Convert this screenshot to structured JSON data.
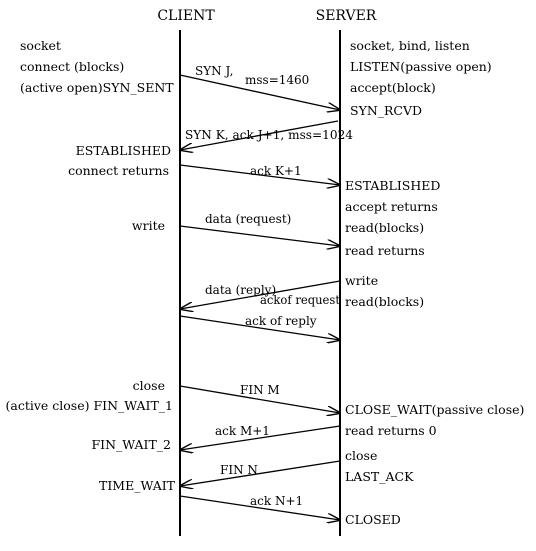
{
  "headers": {
    "client": "CLIENT",
    "server": "SERVER"
  },
  "client_labels": [
    "socket",
    "connect (blocks)",
    "(active open)SYN_SENT",
    "ESTABLISHED",
    "connect returns",
    "write",
    "close",
    "(active close) FIN_WAIT_1",
    "FIN_WAIT_2",
    "TIME_WAIT"
  ],
  "server_labels": [
    "socket, bind, listen",
    "LISTEN(passive open)",
    "accept(block)",
    "SYN_RCVD",
    "ESTABLISHED",
    "accept returns",
    "read(blocks)",
    "read returns",
    "write",
    "read(blocks)",
    "CLOSE_WAIT(passive close)",
    "read returns 0",
    "close",
    "LAST_ACK",
    "CLOSED"
  ],
  "messages": [
    {
      "labels": [
        "SYN J,",
        "mss=1460"
      ],
      "direction": "client-to-server"
    },
    {
      "labels": [
        "SYN K, ack J+1, mss=1024"
      ],
      "direction": "server-to-client"
    },
    {
      "labels": [
        "ack K+1"
      ],
      "direction": "client-to-server"
    },
    {
      "labels": [
        "data (request)"
      ],
      "direction": "client-to-server"
    },
    {
      "labels": [
        "data (reply)",
        "ackof request"
      ],
      "direction": "server-to-client"
    },
    {
      "labels": [
        "ack of reply"
      ],
      "direction": "client-to-server"
    },
    {
      "labels": [
        "FIN M"
      ],
      "direction": "client-to-server"
    },
    {
      "labels": [
        "ack M+1"
      ],
      "direction": "server-to-client"
    },
    {
      "labels": [
        "FIN N"
      ],
      "direction": "server-to-client"
    },
    {
      "labels": [
        "ack N+1"
      ],
      "direction": "client-to-server"
    }
  ]
}
